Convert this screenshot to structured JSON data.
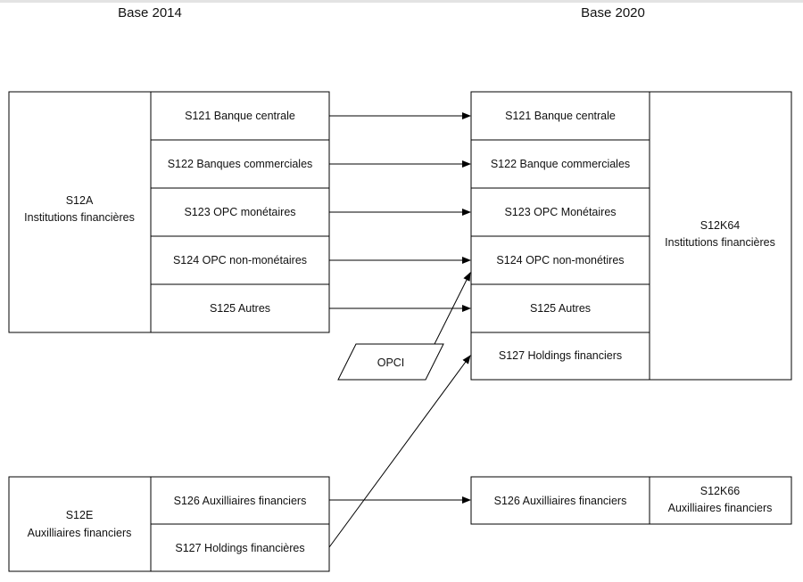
{
  "headers": {
    "left": "Base 2014",
    "right": "Base 2020"
  },
  "base2014": {
    "group_a": {
      "code": "S12A",
      "name": "Institutions financières",
      "items": [
        "S121 Banque centrale",
        "S122 Banques commerciales",
        "S123 OPC monétaires",
        "S124 OPC non-monétaires",
        "S125 Autres"
      ]
    },
    "group_e": {
      "code": "S12E",
      "name": "Auxilliaires financiers",
      "items": [
        "S126 Auxilliaires financiers",
        "S127 Holdings financières"
      ]
    }
  },
  "base2020": {
    "group_k64": {
      "code": "S12K64",
      "name": "Institutions financières",
      "items": [
        "S121 Banque centrale",
        "S122 Banque commerciales",
        "S123 OPC Monétaires",
        "S124 OPC non-monétires",
        "S125 Autres",
        "S127 Holdings financiers"
      ]
    },
    "group_k66": {
      "code": "S12K66",
      "name": "Auxilliaires financiers",
      "items": [
        "S126 Auxilliaires financiers"
      ]
    }
  },
  "opci": "OPCI",
  "colors": {
    "line": "#000000",
    "background": "#ffffff",
    "text": "#111111"
  }
}
